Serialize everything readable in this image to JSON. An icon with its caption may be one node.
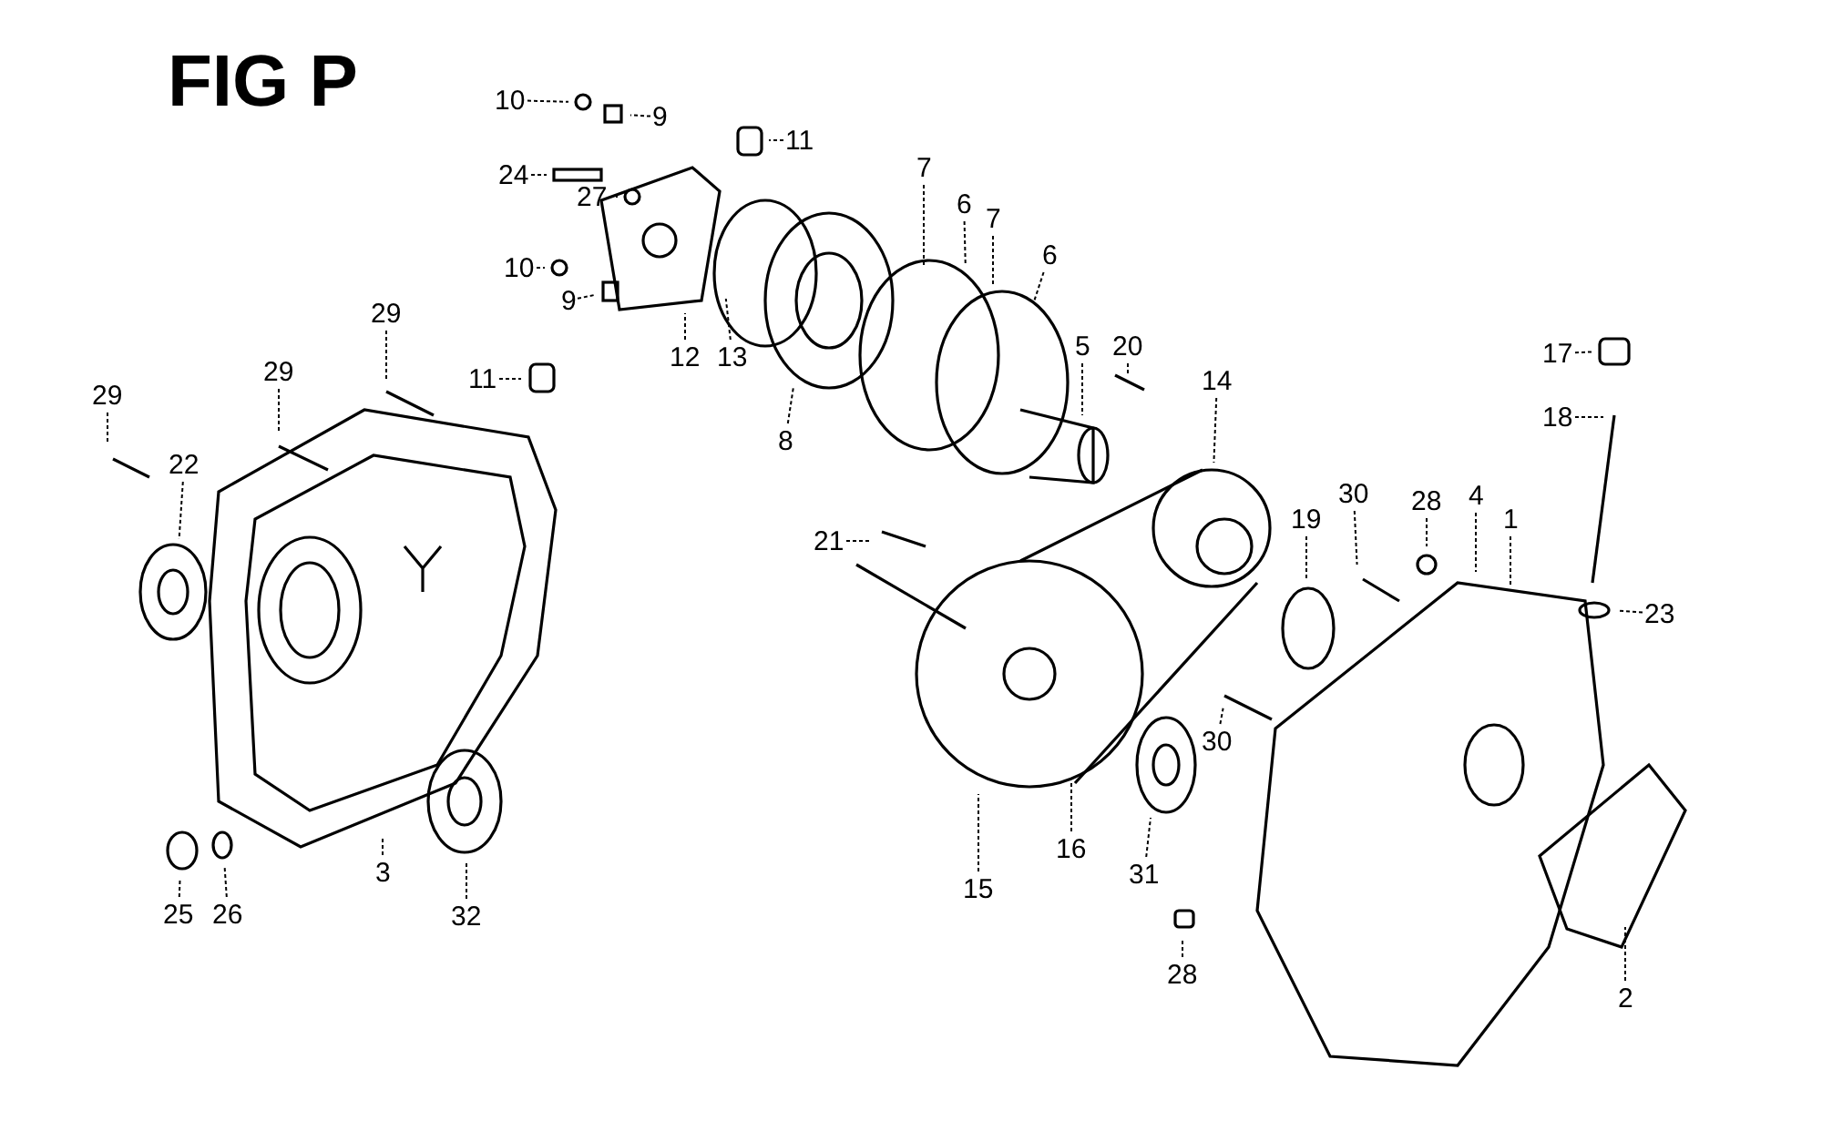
{
  "diagram": {
    "title": "FIG P",
    "nodes": [
      {
        "text": [
          "10"
        ]
      },
      {
        "text": [
          "9"
        ]
      },
      {
        "text": [
          "11"
        ]
      },
      {
        "text": [
          "24"
        ]
      },
      {
        "text": [
          "27"
        ]
      },
      {
        "text": [
          "10"
        ]
      },
      {
        "text": [
          "9"
        ]
      },
      {
        "text": [
          "11"
        ]
      },
      {
        "text": [
          "12"
        ]
      },
      {
        "text": [
          "13"
        ]
      },
      {
        "text": [
          "8"
        ]
      },
      {
        "text": [
          "7"
        ]
      },
      {
        "text": [
          "6"
        ]
      },
      {
        "text": [
          "7"
        ]
      },
      {
        "text": [
          "6"
        ]
      },
      {
        "text": [
          "5"
        ]
      },
      {
        "text": [
          "20"
        ]
      },
      {
        "text": [
          "29"
        ]
      },
      {
        "text": [
          "29"
        ]
      },
      {
        "text": [
          "29"
        ]
      },
      {
        "text": [
          "22"
        ]
      },
      {
        "text": [
          "14"
        ]
      },
      {
        "text": [
          "21"
        ]
      },
      {
        "text": [
          "19"
        ]
      },
      {
        "text": [
          "30"
        ]
      },
      {
        "text": [
          "28"
        ]
      },
      {
        "text": [
          "4"
        ]
      },
      {
        "text": [
          "1"
        ]
      },
      {
        "text": [
          "17"
        ]
      },
      {
        "text": [
          "18"
        ]
      },
      {
        "text": [
          "23"
        ]
      },
      {
        "text": [
          "30"
        ]
      },
      {
        "text": [
          "16"
        ]
      },
      {
        "text": [
          "15"
        ]
      },
      {
        "text": [
          "31"
        ]
      },
      {
        "text": [
          "28"
        ]
      },
      {
        "text": [
          "2"
        ]
      },
      {
        "text": [
          "3"
        ]
      },
      {
        "text": [
          "32"
        ]
      },
      {
        "text": [
          "25"
        ]
      },
      {
        "text": [
          "26"
        ]
      }
    ],
    "edges": [
      {
        "from": 0,
        "to": null,
        "arrow": "none"
      },
      {
        "from": 1,
        "to": null,
        "arrow": "none"
      },
      {
        "from": 2,
        "to": null,
        "arrow": "none"
      },
      {
        "from": 3,
        "to": null,
        "arrow": "none"
      },
      {
        "from": 4,
        "to": null,
        "arrow": "none"
      },
      {
        "from": 5,
        "to": null,
        "arrow": "none"
      },
      {
        "from": 6,
        "to": null,
        "arrow": "none"
      },
      {
        "from": 7,
        "to": null,
        "arrow": "none"
      },
      {
        "from": 8,
        "to": null,
        "arrow": "none"
      },
      {
        "from": 9,
        "to": null,
        "arrow": "none"
      },
      {
        "from": 10,
        "to": null,
        "arrow": "none"
      },
      {
        "from": 11,
        "to": null,
        "arrow": "none"
      },
      {
        "from": 12,
        "to": null,
        "arrow": "none"
      },
      {
        "from": 13,
        "to": null,
        "arrow": "none"
      },
      {
        "from": 14,
        "to": null,
        "arrow": "none"
      },
      {
        "from": 15,
        "to": null,
        "arrow": "none"
      },
      {
        "from": 16,
        "to": null,
        "arrow": "none"
      },
      {
        "from": 17,
        "to": null,
        "arrow": "none"
      },
      {
        "from": 18,
        "to": null,
        "arrow": "none"
      },
      {
        "from": 19,
        "to": null,
        "arrow": "none"
      },
      {
        "from": 20,
        "to": null,
        "arrow": "none"
      },
      {
        "from": 21,
        "to": null,
        "arrow": "none"
      },
      {
        "from": 22,
        "to": null,
        "arrow": "none"
      },
      {
        "from": 23,
        "to": null,
        "arrow": "none"
      },
      {
        "from": 24,
        "to": null,
        "arrow": "none"
      },
      {
        "from": 25,
        "to": null,
        "arrow": "none"
      },
      {
        "from": 26,
        "to": null,
        "arrow": "none"
      },
      {
        "from": 27,
        "to": null,
        "arrow": "none"
      },
      {
        "from": 28,
        "to": null,
        "arrow": "none"
      },
      {
        "from": 29,
        "to": null,
        "arrow": "none"
      },
      {
        "from": 30,
        "to": null,
        "arrow": "none"
      },
      {
        "from": 31,
        "to": null,
        "arrow": "none"
      },
      {
        "from": 32,
        "to": null,
        "arrow": "none"
      },
      {
        "from": 33,
        "to": null,
        "arrow": "none"
      },
      {
        "from": 34,
        "to": null,
        "arrow": "none"
      },
      {
        "from": 35,
        "to": null,
        "arrow": "none"
      },
      {
        "from": 36,
        "to": null,
        "arrow": "none"
      },
      {
        "from": 37,
        "to": null,
        "arrow": "none"
      },
      {
        "from": 38,
        "to": null,
        "arrow": "none"
      },
      {
        "from": 39,
        "to": null,
        "arrow": "none"
      },
      {
        "from": 40,
        "to": null,
        "arrow": "none"
      }
    ]
  }
}
